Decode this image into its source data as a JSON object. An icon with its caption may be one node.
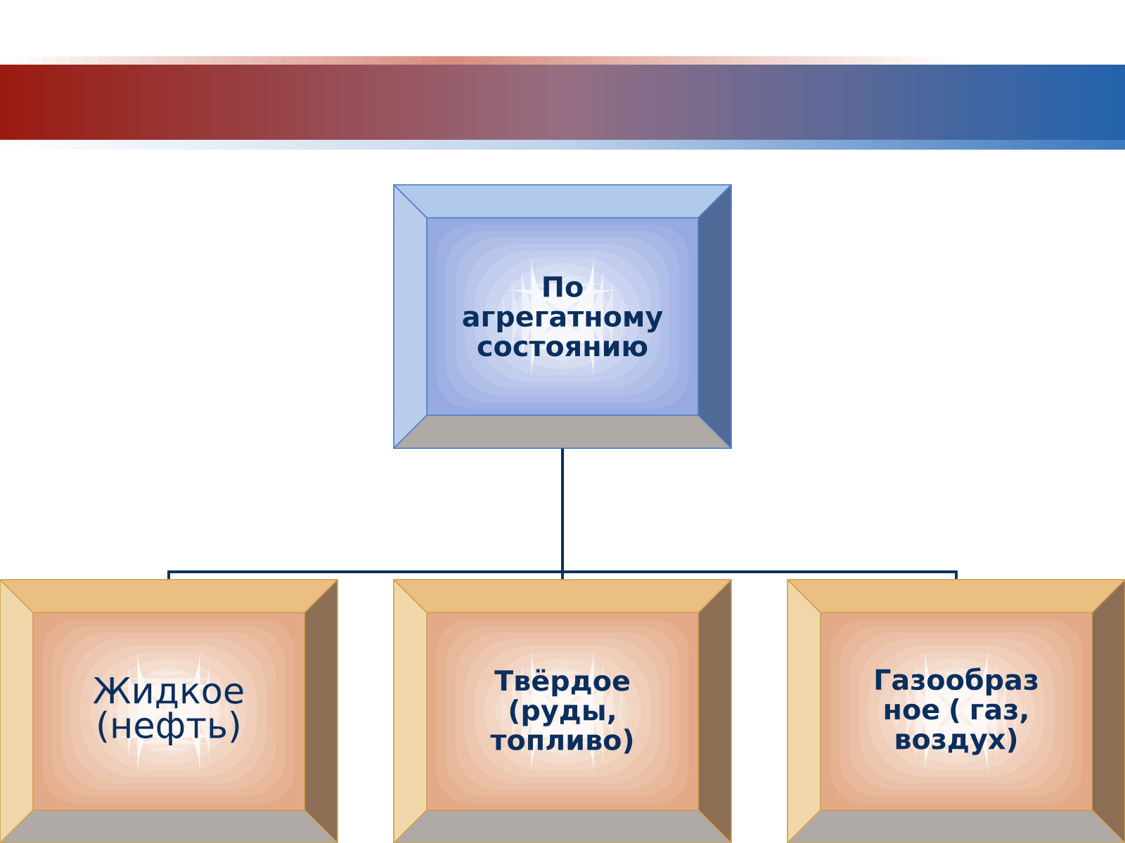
{
  "diagram": {
    "nodes": [
      {
        "text": [
          "По агрегатному состоянию"
        ]
      },
      {
        "text": [
          "Жидкое (нефть)"
        ]
      },
      {
        "text": [
          "Твёрдое (руды, топливо)"
        ]
      },
      {
        "text": [
          "Газообраз ное ( газ, воздух)"
        ]
      }
    ],
    "edges": [
      {
        "from": 0,
        "to": 1,
        "arrow": "none"
      },
      {
        "from": 0,
        "to": 2,
        "arrow": "none"
      },
      {
        "from": 0,
        "to": 3,
        "arrow": "none"
      }
    ]
  }
}
